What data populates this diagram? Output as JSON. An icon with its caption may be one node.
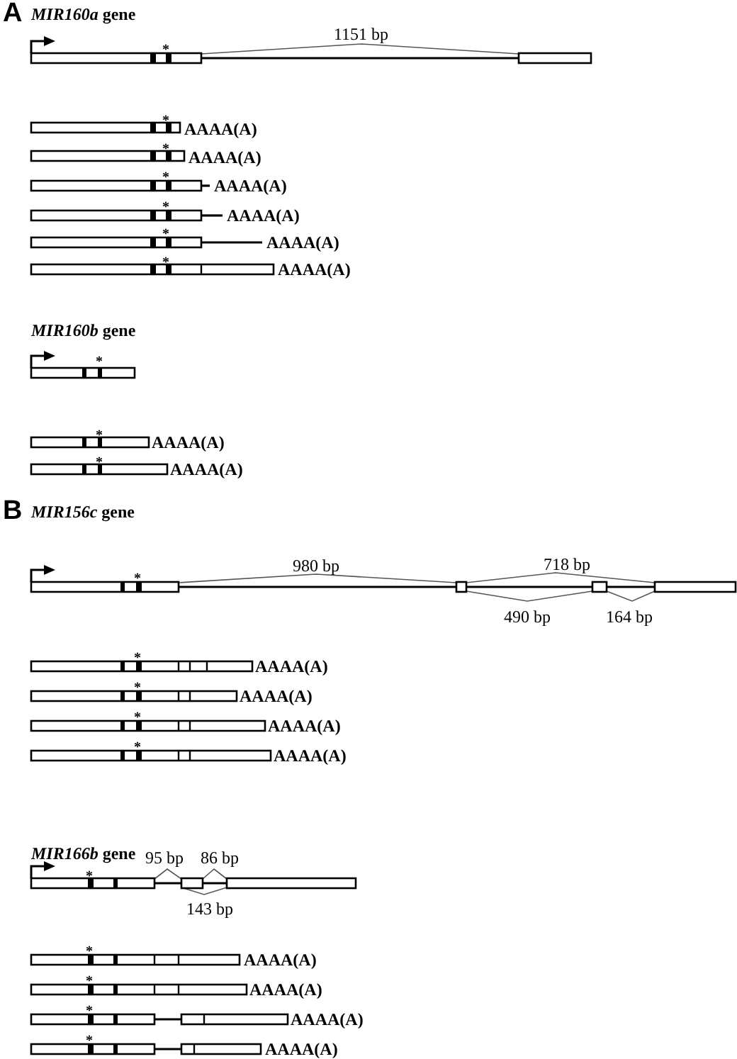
{
  "diagram": {
    "labels": [
      "A",
      "*MIR160a* gene",
      "1151 bp",
      "*",
      "*",
      "AAAA(A)",
      "*",
      "AAAA(A)",
      "*",
      "AAAA(A)",
      "*",
      "AAAA(A)",
      "*",
      "AAAA(A)",
      "*",
      "AAAA(A)",
      "*MIR160b* gene",
      "*",
      "*",
      "AAAA(A)",
      "*",
      "AAAA(A)",
      "B",
      "*MIR156c* gene",
      "980 bp",
      "718 bp",
      "*",
      "490 bp",
      "164 bp",
      "*",
      "AAAA(A)",
      "*",
      "AAAA(A)",
      "*",
      "AAAA(A)",
      "*",
      "AAAA(A)",
      "*MIR166b* gene",
      "95 bp",
      "86 bp",
      "*",
      "143 bp",
      "*",
      "AAAA(A)",
      "*",
      "AAAA(A)",
      "*",
      "AAAA(A)",
      "*",
      "AAAA(A)"
    ]
  }
}
